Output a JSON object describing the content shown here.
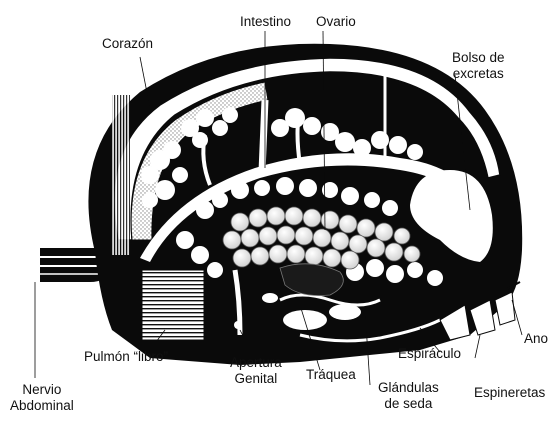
{
  "labels": {
    "intestino": "Intestino",
    "ovario": "Ovario",
    "corazon": "Corazón",
    "bolso_line1": "Bolso de",
    "bolso_line2": "excretas",
    "pulmon": "Pulmón “libro”",
    "ano": "Ano",
    "nervio_line1": "Nervio",
    "nervio_line2": "Abdominal",
    "apertura_line1": "Apertura",
    "apertura_line2": "Genital",
    "traquea": "Tráquea",
    "glandulas_line1": "Glándulas",
    "glandulas_line2": "de seda",
    "espiraculo": "Espiráculo",
    "espineretas": "Espineretas"
  },
  "colors": {
    "ink": "#0a0a0a",
    "paper": "#ffffff",
    "stipple": "#d8d8d8"
  }
}
